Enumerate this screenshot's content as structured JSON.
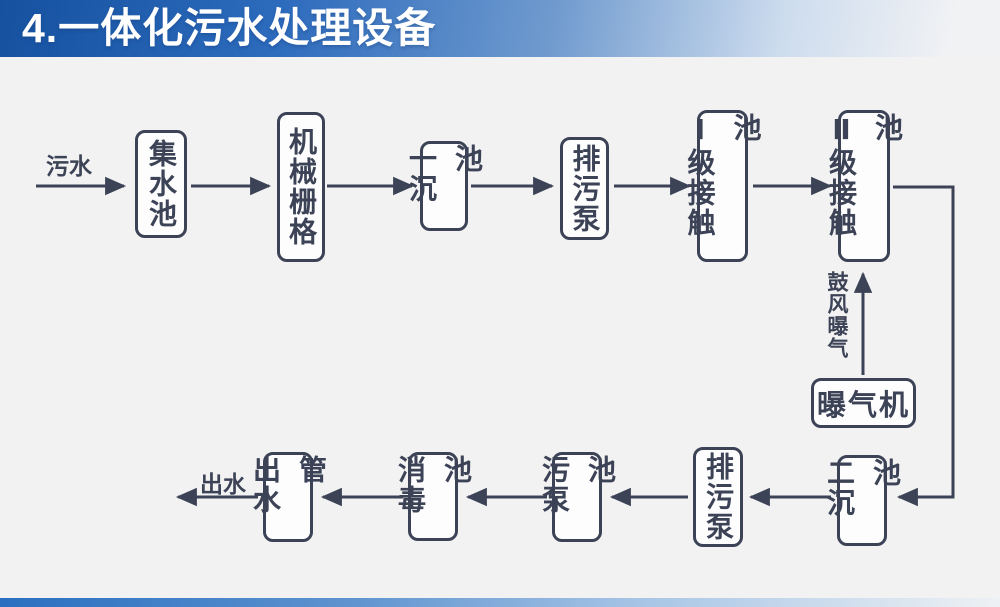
{
  "header": {
    "title": "4.一体化污水处理设备"
  },
  "diagram": {
    "inflow_label": "污水",
    "outflow_label": "出水",
    "aeration_label": "鼓风曝气",
    "nodes": [
      {
        "id": "collection-tank",
        "label": "集水池"
      },
      {
        "id": "mechanical-screen",
        "label": "机械栅格"
      },
      {
        "id": "primary-sedimentation-tank",
        "label": "一沉池"
      },
      {
        "id": "sewage-pump-top",
        "label": "排污泵"
      },
      {
        "id": "stage1-contact-tank",
        "label": "Ⅰ级接触池"
      },
      {
        "id": "stage2-contact-tank",
        "label": "Ⅱ级接触池"
      },
      {
        "id": "aerator",
        "label": "曝气机"
      },
      {
        "id": "secondary-sedimentation-tank",
        "label": "二沉池"
      },
      {
        "id": "sewage-pump-bottom",
        "label": "排污泵"
      },
      {
        "id": "sludge-pump-tank",
        "label": "污泵池"
      },
      {
        "id": "disinfection-tank",
        "label": "消毒池"
      },
      {
        "id": "outlet-pipe",
        "label": "出水管"
      }
    ]
  },
  "colors": {
    "ink": "#3c4356",
    "header_blue_dark": "#15519f",
    "header_blue_mid": "#2d6bbd",
    "canvas_bg": "#f2f2f3",
    "footer_blue": "#2a6fc0",
    "node_fill": "#fdfdfe"
  }
}
